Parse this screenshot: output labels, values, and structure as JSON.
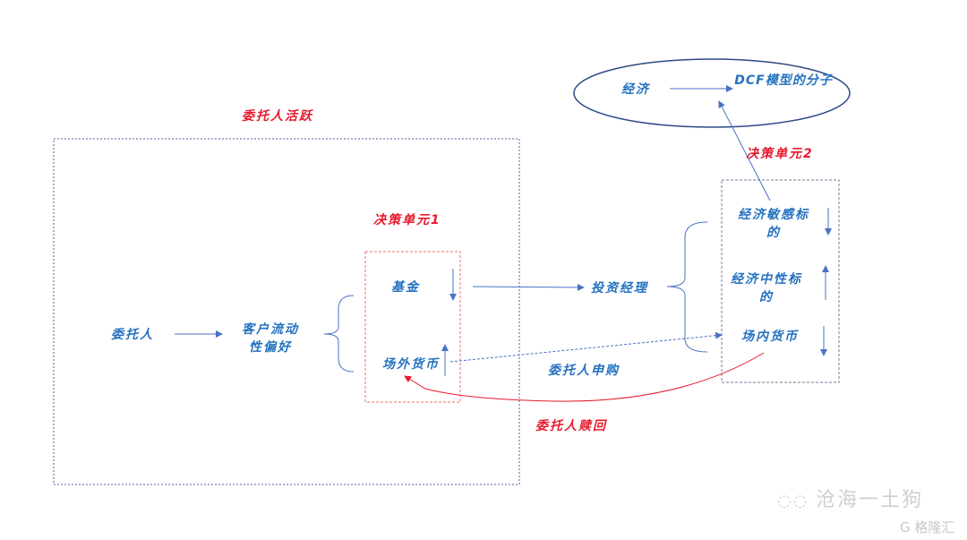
{
  "labels": {
    "client_active": "委托人活跃",
    "decision_unit_1": "决策单元1",
    "decision_unit_2": "决策单元2",
    "client": "委托人",
    "liquidity_pref": "客户流动性偏好",
    "fund": "基金",
    "otc_currency": "场外货币",
    "investment_manager": "投资经理",
    "econ_sensitive": "经济敏感标的",
    "econ_neutral": "经济中性标的",
    "onex_currency": "场内货币",
    "client_subscribe": "委托人申购",
    "client_redeem": "委托人赎回",
    "economy": "经济",
    "dcf_numerator": "DCF模型的分子"
  },
  "watermark": {
    "account": "沧海一土狗",
    "brand": "格隆汇"
  },
  "colors": {
    "text_blue": "#2472c0",
    "label_red": "#e8192c",
    "line_blue": "#4a72c4"
  }
}
